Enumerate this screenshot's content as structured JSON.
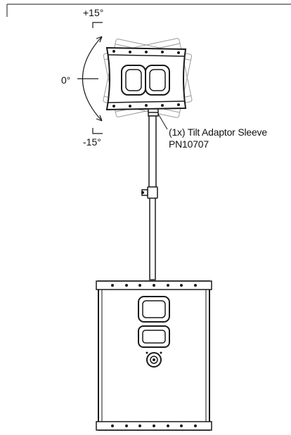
{
  "angles": {
    "plus": "+15°",
    "zero": "0°",
    "minus": "-15°"
  },
  "callout": {
    "line1": "(1x) Tilt Adaptor Sleeve",
    "line2": "PN10707"
  },
  "colors": {
    "line": "#1a1a1a",
    "ghost": "#9a9a9a",
    "background": "#ffffff"
  }
}
